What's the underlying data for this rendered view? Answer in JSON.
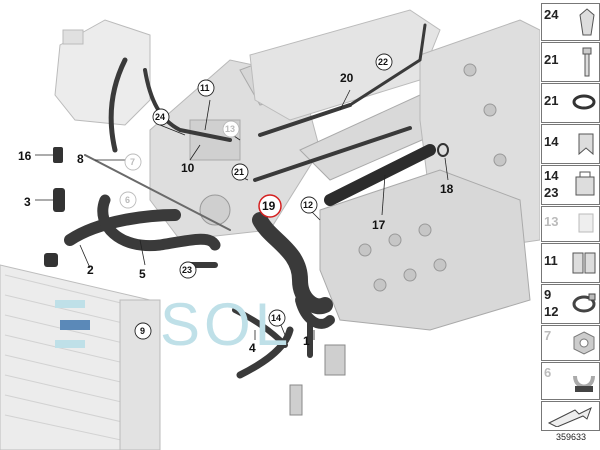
{
  "callouts": {
    "c1": "1",
    "c2": "2",
    "c3": "3",
    "c4": "4",
    "c5": "5",
    "c8": "8",
    "c10": "10",
    "c16": "16",
    "c17": "17",
    "c18": "18",
    "c19": "19",
    "c20": "20",
    "b6": "6",
    "b7": "7",
    "b9": "9",
    "b11": "11",
    "b12": "12",
    "b13": "13",
    "b14": "14",
    "b21": "21",
    "b22": "22",
    "b23": "23",
    "b24": "24"
  },
  "sidebar": [
    {
      "nums": [
        "24"
      ],
      "grey": false,
      "icon": "clip-icon"
    },
    {
      "nums": [
        "21"
      ],
      "grey": false,
      "icon": "bolt-icon"
    },
    {
      "nums": [
        "21"
      ],
      "grey": false,
      "icon": "o-ring-icon"
    },
    {
      "nums": [
        "14"
      ],
      "grey": false,
      "icon": "clip-icon"
    },
    {
      "nums": [
        "14",
        "23"
      ],
      "grey": false,
      "icon": "bracket-clip-icon"
    },
    {
      "nums": [
        "13"
      ],
      "grey": true,
      "icon": "grey-clip-icon"
    },
    {
      "nums": [
        "11"
      ],
      "grey": false,
      "icon": "double-clip-icon"
    },
    {
      "nums": [
        "9",
        "12"
      ],
      "grey": false,
      "icon": "hose-clamp-icon"
    },
    {
      "nums": [
        "7"
      ],
      "grey": true,
      "icon": "nut-icon"
    },
    {
      "nums": [
        "6"
      ],
      "grey": true,
      "icon": "grey-bracket-icon"
    },
    {
      "nums": [],
      "grey": false,
      "icon": "arrow-icon"
    }
  ],
  "watermark": "SOL",
  "diagram_ref": "359633",
  "colors": {
    "hose": "#3a3a3a",
    "engine": "#cfcfcf",
    "highlight": "#d42020",
    "watermark": "#bfe0e8"
  }
}
